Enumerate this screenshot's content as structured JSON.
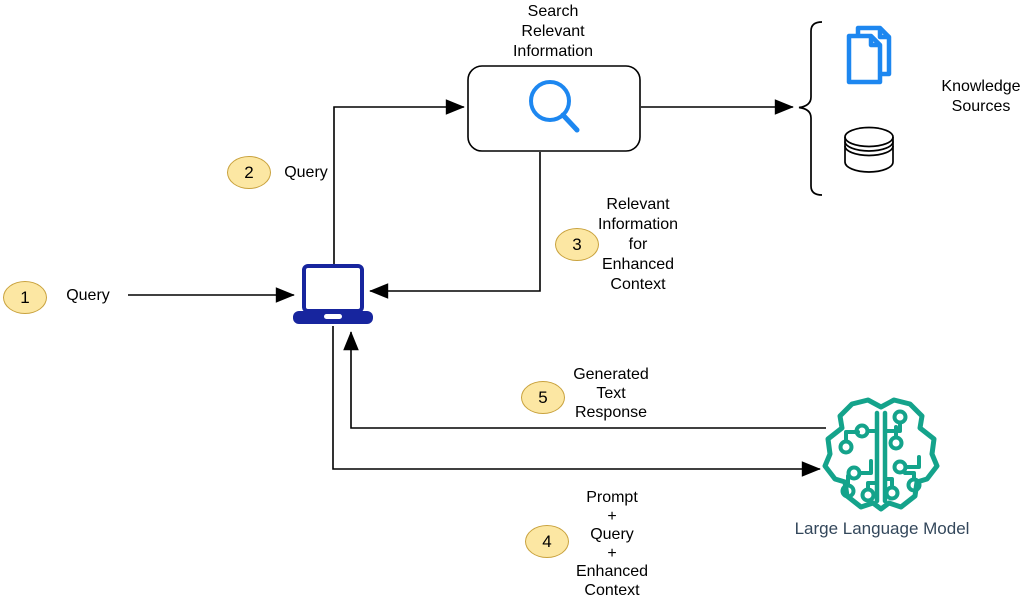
{
  "nodes": {
    "search": {
      "label": "Search\nRelevant\nInformation",
      "icon": "magnifier-icon"
    },
    "user_device": {
      "icon": "laptop-icon"
    },
    "knowledge_sources": {
      "label": "Knowledge\nSources",
      "icons": [
        "documents-icon",
        "database-icon"
      ]
    },
    "llm": {
      "label": "Large Language Model",
      "icon": "brain-circuit-icon"
    }
  },
  "steps": [
    {
      "n": "1",
      "label": "Query"
    },
    {
      "n": "2",
      "label": "Query"
    },
    {
      "n": "3",
      "label": "Relevant\nInformation\nfor\nEnhanced\nContext"
    },
    {
      "n": "4",
      "label": "Prompt\n+\nQuery\n+\nEnhanced\nContext"
    },
    {
      "n": "5",
      "label": "Generated\nText\nResponse"
    }
  ],
  "colors": {
    "accent_blue": "#1D87F0",
    "laptop_navy": "#17259E",
    "brain_teal": "#14A38B",
    "badge_fill": "#FCE7A3",
    "badge_border": "#C9A23D",
    "llm_text": "#33475B",
    "line": "#000000"
  }
}
